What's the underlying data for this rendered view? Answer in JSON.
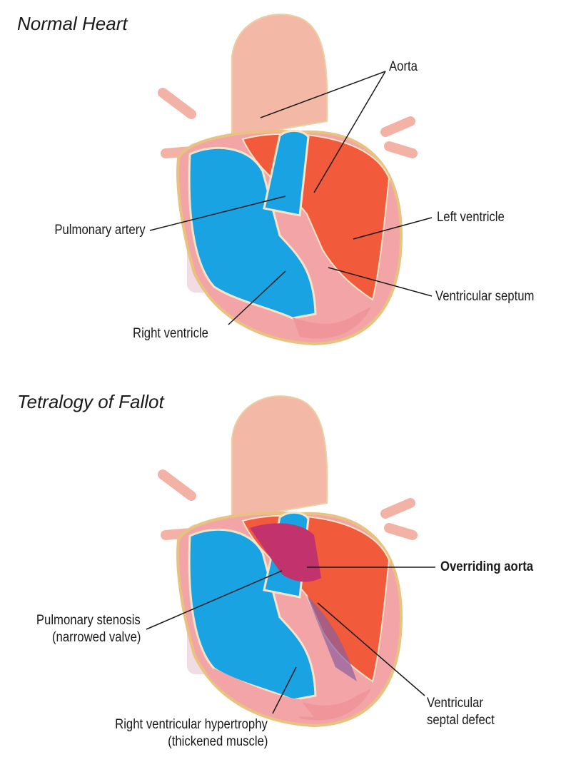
{
  "normal": {
    "title": "Normal Heart",
    "labels": {
      "aorta": "Aorta",
      "pulmonary_artery": "Pulmonary artery",
      "left_ventricle": "Left ventricle",
      "ventricular_septum": "Ventricular septum",
      "right_ventricle": "Right ventricle"
    }
  },
  "tof": {
    "title": "Tetralogy of Fallot",
    "labels": {
      "overriding_aorta": "Overriding aorta",
      "pulmonary_stenosis": "Pulmonary stenosis",
      "pulmonary_stenosis_note": "(narrowed valve)",
      "vsd_line1": "Ventricular",
      "vsd_line2": "septal defect",
      "rvh": "Right ventricular hypertrophy",
      "rvh_note": "(thickened muscle)"
    }
  },
  "colors": {
    "blue": "#1aa3e2",
    "red": "#f15a3a",
    "muscle": "#f3a4a6",
    "vessel": "#f4b9a6",
    "magenta": "#c2336e"
  }
}
